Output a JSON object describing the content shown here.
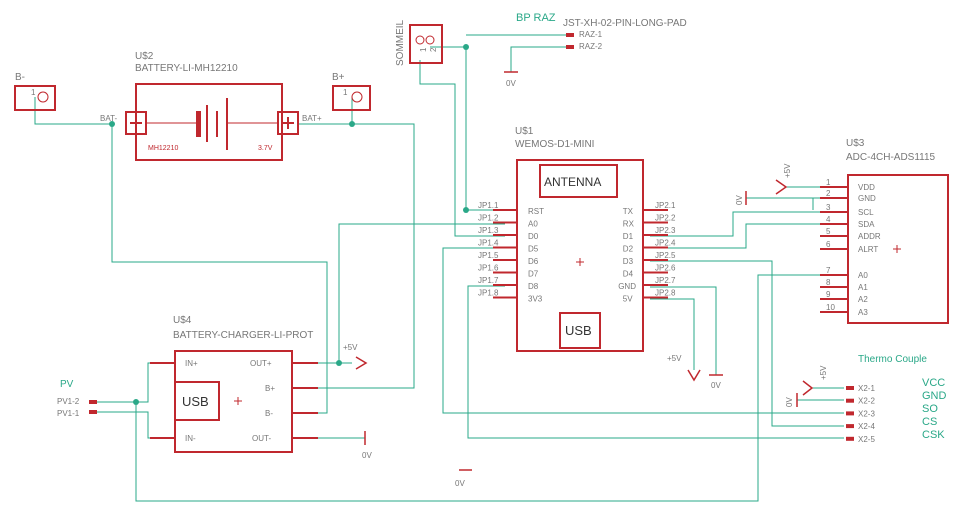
{
  "terminals": {
    "b_minus": {
      "name": "B-",
      "pin": "1"
    },
    "b_plus": {
      "name": "B+",
      "pin": "1"
    },
    "sommeil": {
      "name": "SOMMEIL",
      "pin1": "1",
      "pin2": "2"
    }
  },
  "battery": {
    "ref": "U$2",
    "value": "BATTERY-LI-MH12210",
    "model": "MH12210",
    "voltage": "3.7V",
    "neg_pin": "BAT-",
    "pos_pin": "BAT+"
  },
  "connector": {
    "net_label": "BP RAZ",
    "value": "JST-XH-02-PIN-LONG-PAD",
    "pins": [
      "RAZ-1",
      "RAZ-2"
    ]
  },
  "wemos": {
    "ref": "U$1",
    "value": "WEMOS-D1-MINI",
    "antenna": "ANTENNA",
    "usb": "USB",
    "left_pins": [
      "JP1.1",
      "JP1.2",
      "JP1.3",
      "JP1.4",
      "JP1.5",
      "JP1.6",
      "JP1.7",
      "JP1.8"
    ],
    "left_names": [
      "RST",
      "A0",
      "D0",
      "D5",
      "D6",
      "D7",
      "D8",
      "3V3"
    ],
    "right_pins": [
      "JP2.1",
      "JP2.2",
      "JP2.3",
      "JP2.4",
      "JP2.5",
      "JP2.6",
      "JP2.7",
      "JP2.8"
    ],
    "right_names": [
      "TX",
      "RX",
      "D1",
      "D2",
      "D3",
      "D4",
      "GND",
      "5V"
    ]
  },
  "adc": {
    "ref": "U$3",
    "value": "ADC-4CH-ADS1115",
    "pin_numbers": [
      "1",
      "2",
      "3",
      "4",
      "5",
      "6",
      "7",
      "8",
      "9",
      "10"
    ],
    "pin_names": [
      "VDD",
      "GND",
      "SCL",
      "SDA",
      "ADDR",
      "ALRT",
      "A0",
      "A1",
      "A2",
      "A3"
    ]
  },
  "charger": {
    "ref": "U$4",
    "value": "BATTERY-CHARGER-LI-PROT",
    "usb": "USB",
    "pins": {
      "in_plus": "IN+",
      "in_minus": "IN-",
      "out_plus": "OUT+",
      "out_minus": "OUT-",
      "b_plus": "B+",
      "b_minus": "B-"
    }
  },
  "pv": {
    "net_label": "PV",
    "pins": [
      "PV1-2",
      "PV1-1"
    ]
  },
  "thermocouple": {
    "title": "Thermo Couple",
    "pins": [
      "X2-1",
      "X2-2",
      "X2-3",
      "X2-4",
      "X2-5"
    ],
    "signals": [
      "VCC",
      "GND",
      "SO",
      "CS",
      "CSK"
    ]
  },
  "supplies": {
    "v5": "+5V",
    "v0": "0V"
  },
  "colors": {
    "wire": "#2aa888",
    "part": "#c0282e",
    "label": "#777777"
  }
}
